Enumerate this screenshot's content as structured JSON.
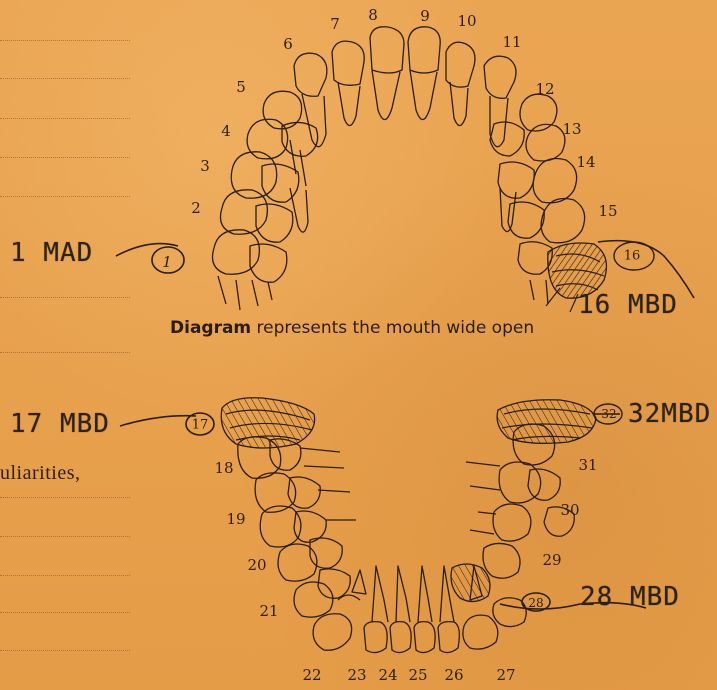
{
  "caption": {
    "bold_word": "Diagram",
    "rest": " represents the mouth wide open"
  },
  "side_text": "uliarities,",
  "annotations": {
    "t1": "1 MAD",
    "t16": "16 MBD",
    "t17": "17 MBD",
    "t32": "32MBD",
    "t28": "28 MBD"
  },
  "circled_numbers": {
    "c1": "1",
    "c16": "16",
    "c17": "17",
    "c32": "32",
    "c28": "28"
  },
  "upper_tooth_numbers": [
    "2",
    "3",
    "4",
    "5",
    "6",
    "7",
    "8",
    "9",
    "10",
    "11",
    "12",
    "13",
    "14",
    "15"
  ],
  "lower_tooth_numbers": [
    "18",
    "19",
    "20",
    "21",
    "22",
    "23",
    "24",
    "25",
    "26",
    "27",
    "29",
    "30",
    "31"
  ],
  "colors": {
    "paper": "#e9a24f",
    "ink": "#2a1e14",
    "dotted_rule": "#6e3c14"
  }
}
